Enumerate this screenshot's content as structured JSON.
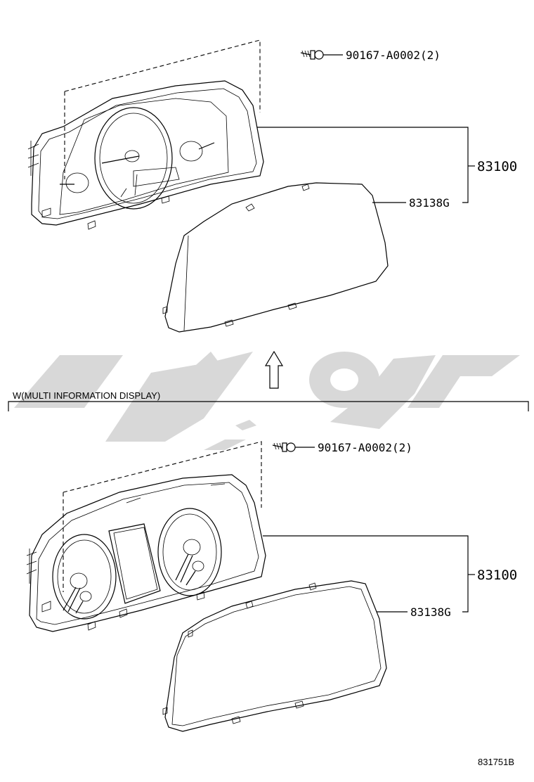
{
  "diagram": {
    "top_assembly": {
      "screw_label": "90167-A0002(2)",
      "meter_label": "83100",
      "glass_label": "83138G"
    },
    "section_header": "W(MULTI INFORMATION DISPLAY)",
    "bottom_assembly": {
      "screw_label": "90167-A0002(2)",
      "meter_label": "83100",
      "glass_label": "83138G"
    },
    "figure_code": "831751B",
    "colors": {
      "line": "#000000",
      "watermark": "#d6d6d6"
    }
  }
}
